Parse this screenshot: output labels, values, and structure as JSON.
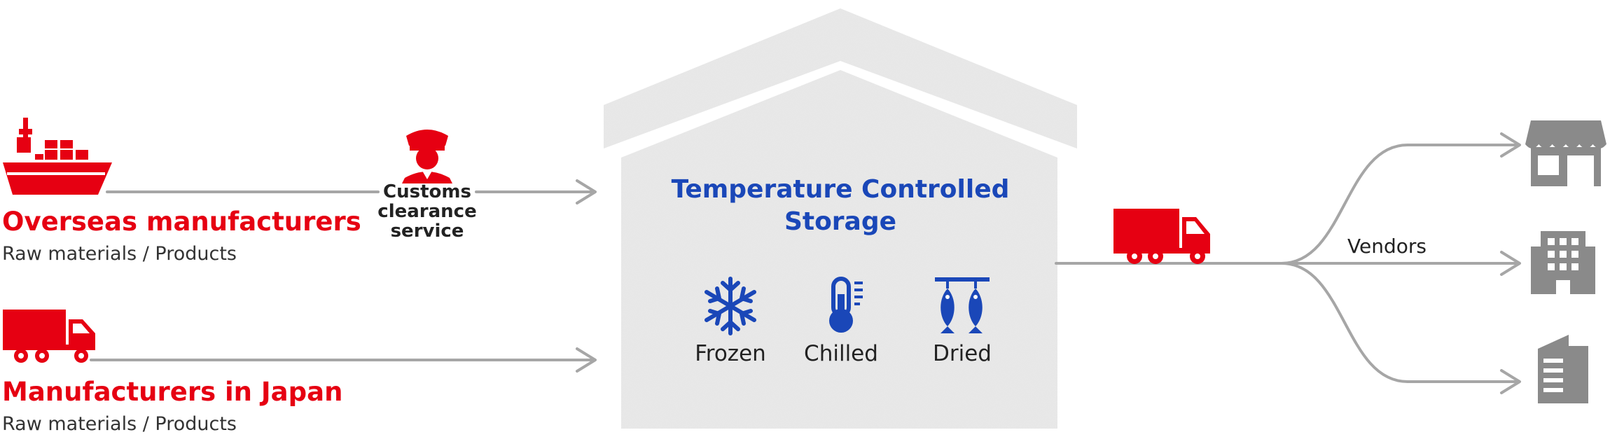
{
  "colors": {
    "accent_red": "#e60012",
    "storage_blue": "#1a47b8",
    "connector_gray": "#a6a6a6",
    "building_gray": "#e6e6e6",
    "vendor_icon_gray": "#8a8a8a"
  },
  "sources": [
    {
      "title": "Overseas manufacturers",
      "subtitle": "Raw materials / Products",
      "icon": "cargo-ship-icon"
    },
    {
      "title": "Manufacturers in Japan",
      "subtitle": "Raw materials / Products",
      "icon": "truck-icon"
    }
  ],
  "customs": {
    "label_lines": [
      "Customs",
      "clearance",
      "service"
    ],
    "icon": "customs-officer-icon"
  },
  "storage": {
    "title_lines": [
      "Temperature Controlled",
      "Storage"
    ],
    "categories": [
      {
        "label": "Frozen",
        "icon": "snowflake-icon"
      },
      {
        "label": "Chilled",
        "icon": "thermometer-icon"
      },
      {
        "label": "Dried",
        "icon": "dried-fish-icon"
      }
    ]
  },
  "delivery": {
    "icon": "delivery-truck-icon"
  },
  "vendors": {
    "label": "Vendors",
    "destinations": [
      {
        "icon": "shop-icon"
      },
      {
        "icon": "office-building-icon"
      },
      {
        "icon": "tower-building-icon"
      }
    ]
  }
}
